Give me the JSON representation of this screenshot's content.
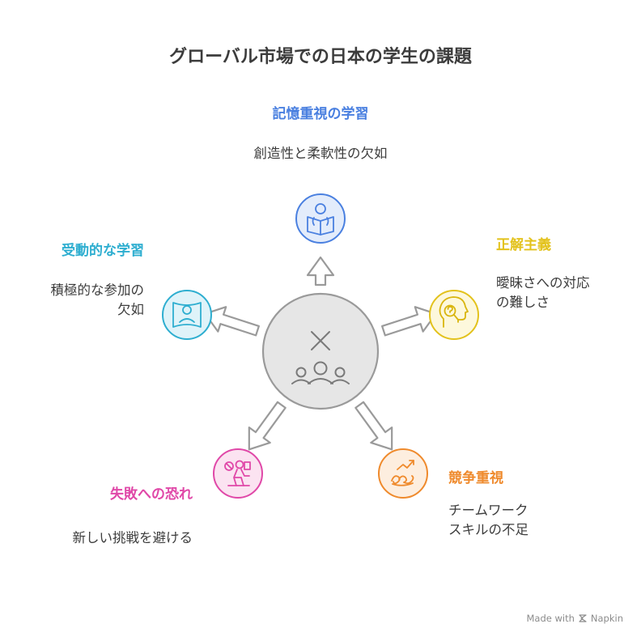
{
  "title": "グローバル市場での日本の学生の課題",
  "center_hub": {
    "icon": "group-with-x-icon"
  },
  "branches": [
    {
      "key": "top",
      "heading": "記憶重視の学習",
      "lines": [
        "創造性と柔軟性の欠如"
      ],
      "color": "#4a80e0",
      "fill": "#e3ecfb",
      "icon": "person-reading-book-icon"
    },
    {
      "key": "right-upper",
      "heading": "正解主義",
      "lines": [
        "曖昧さへの対応",
        "の難しさ"
      ],
      "color": "#e3c21c",
      "fill": "#fdf8dc",
      "icon": "head-with-question-icon"
    },
    {
      "key": "right-lower",
      "heading": "競争重視",
      "lines": [
        "チームワーク",
        "スキルの不足"
      ],
      "color": "#ef8a2c",
      "fill": "#fdeedf",
      "icon": "rising-trend-scribble-icon"
    },
    {
      "key": "left-lower",
      "heading": "失敗への恐れ",
      "lines": [
        "新しい挑戦を避ける"
      ],
      "color": "#e048a8",
      "fill": "#fbe3f1",
      "icon": "person-at-desk-worried-icon"
    },
    {
      "key": "left-upper",
      "heading": "受動的な学習",
      "lines": [
        "積極的な参加の",
        "欠如"
      ],
      "color": "#2eaed0",
      "fill": "#dff3f9",
      "icon": "person-in-frame-icon"
    }
  ],
  "watermark": {
    "text": "Made with",
    "brand": "Napkin",
    "icon": "napkin-logo-icon"
  }
}
